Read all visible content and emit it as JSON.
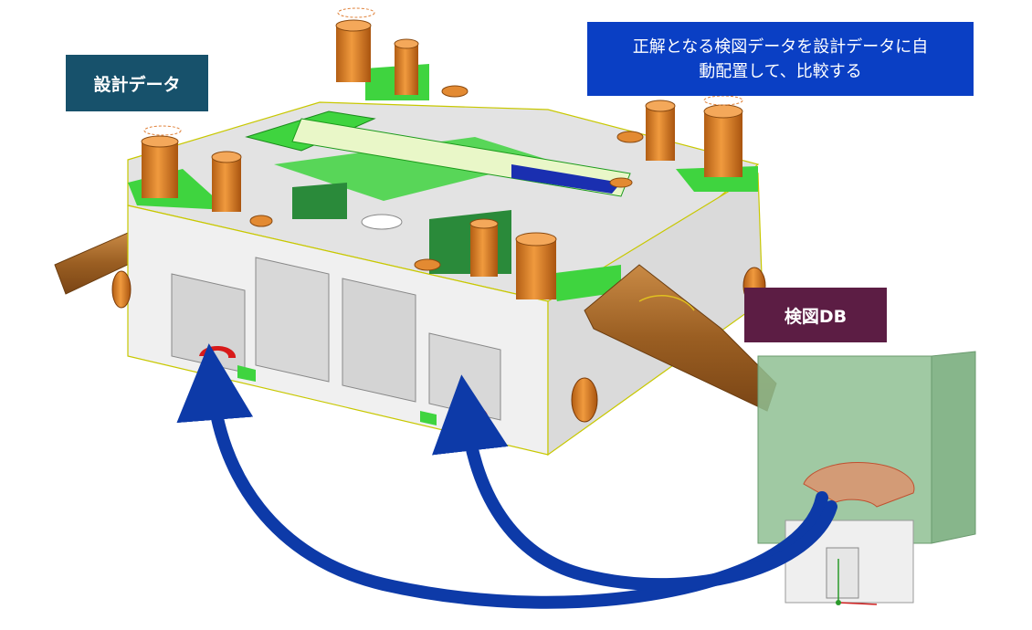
{
  "labels": {
    "design_data": "設計データ",
    "inspection_db": "検図DB",
    "callout_line1": "正解となる検図データを設計データに自",
    "callout_line2": "動配置して、比較する"
  },
  "colors": {
    "design_label_bg": "#17516b",
    "db_label_bg": "#5c1d44",
    "callout_bg": "#0a3fc4",
    "arrow": "#0d3aa8",
    "model_body": "#eeeeee",
    "model_top_green": "#3fd43f",
    "cylinder_orange": "#d9781e",
    "pipe_brown": "#a86a2a",
    "db_box": "#8fbf93",
    "marker_red": "#d81a1a"
  },
  "icons": [
    "curved-arrow-icon",
    "axis-triad-icon"
  ]
}
